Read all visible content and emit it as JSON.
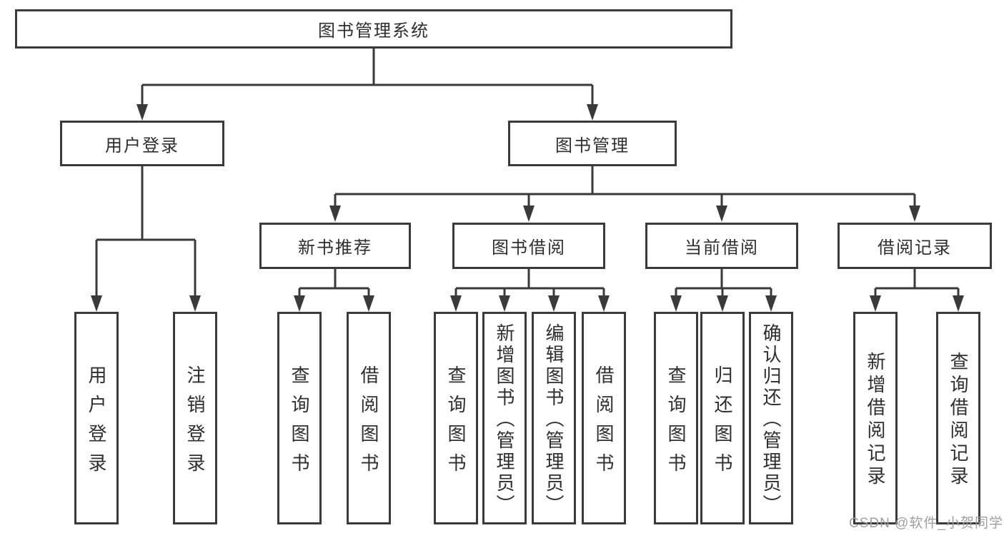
{
  "nodes": {
    "root": "图书管理系统",
    "level2": [
      "用户登录",
      "图书管理"
    ],
    "level3": [
      "新书推荐",
      "图书借阅",
      "当前借阅",
      "借阅记录"
    ],
    "login_children": [
      "用户登录",
      "注销登录"
    ],
    "newbook_children": [
      "查询图书",
      "借阅图书"
    ],
    "borrow_children": [
      "查询图书",
      "新增图书（管理员）",
      "编辑图书（管理员）",
      "借阅图书"
    ],
    "current_children": [
      "查询图书",
      "归还图书",
      "确认归还（管理员）"
    ],
    "record_children": [
      "新增借阅记录",
      "查询借阅记录"
    ]
  },
  "watermark": "CSDN @软件_小贺同学",
  "colors": {
    "line": "#3a3a3a",
    "box_border": "#3a3a3a",
    "text": "#2e2e2e",
    "background": "#ffffff",
    "watermark": "#9e9e9e"
  }
}
